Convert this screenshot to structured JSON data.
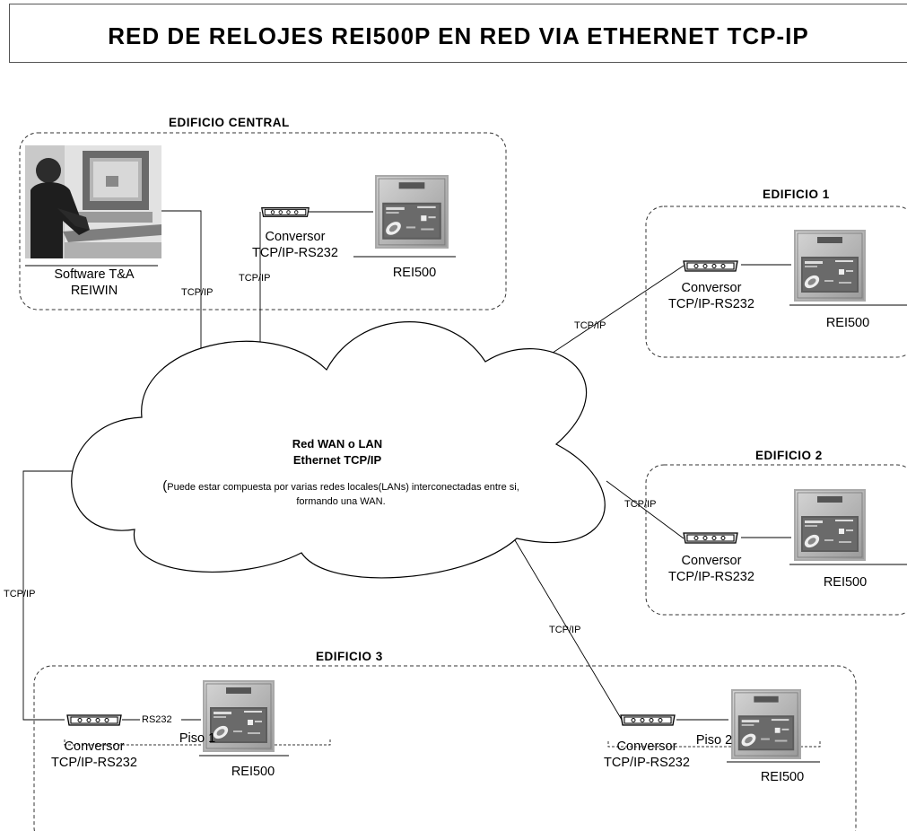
{
  "title": "RED DE RELOJES REI500P EN RED VIA ETHERNET TCP-IP",
  "buildings": {
    "central": "EDIFICIO CENTRAL",
    "b1": "EDIFICIO 1",
    "b2": "EDIFICIO  2",
    "b3": "EDIFICIO  3"
  },
  "software": {
    "line1": "Software T&A",
    "line2": "REIWIN"
  },
  "converter": {
    "line1": "Conversor",
    "line2": "TCP/IP-RS232"
  },
  "clock_label": "REI500",
  "link_tcp": "TCP/IP",
  "link_rs232": "RS232",
  "cloud": {
    "line1": "Red WAN o LAN",
    "line2": "Ethernet TCP/IP",
    "note_paren": "(",
    "note1": "Puede estar compuesta por varias redes locales(LANs) interconectadas entre si,",
    "note2": "formando una WAN."
  },
  "floors": {
    "f1": "Piso 1",
    "f2": "Piso 2"
  }
}
